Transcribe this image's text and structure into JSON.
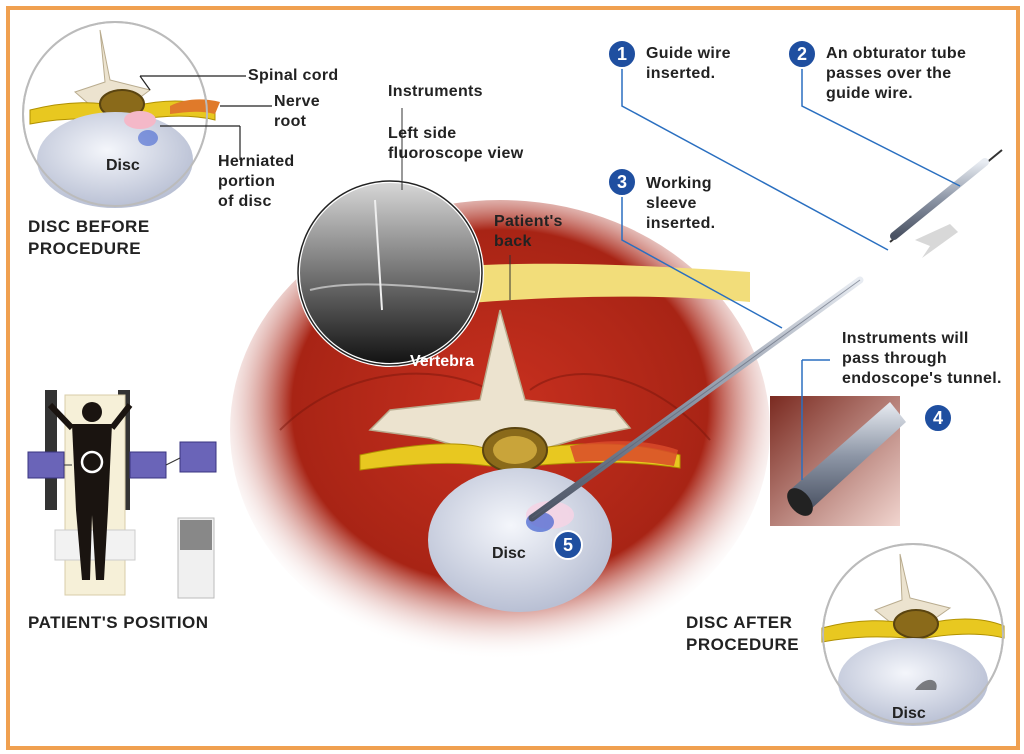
{
  "labels": {
    "spinal_cord": "Spinal cord",
    "nerve_root_1": "Nerve",
    "nerve_root_2": "root",
    "herniated_1": "Herniated",
    "herniated_2": "portion",
    "herniated_3": "of disc",
    "disc": "Disc",
    "instruments": "Instruments",
    "fluoro_1": "Left side",
    "fluoro_2": "fluoroscope view",
    "patients_back_1": "Patient's",
    "patients_back_2": "back",
    "vertebra": "Vertebra",
    "tunnel_1": "Instruments will",
    "tunnel_2": "pass through",
    "tunnel_3": "endoscope's tunnel."
  },
  "captions": {
    "before_1": "DISC BEFORE",
    "before_2": "PROCEDURE",
    "position": "PATIENT'S POSITION",
    "after_1": "DISC AFTER",
    "after_2": "PROCEDURE"
  },
  "steps": [
    {
      "number": "1",
      "text_1": "Guide wire",
      "text_2": "inserted."
    },
    {
      "number": "2",
      "text_1": "An obturator tube",
      "text_2": "passes over the",
      "text_3": "guide wire."
    },
    {
      "number": "3",
      "text_1": "Working",
      "text_2": "sleeve",
      "text_3": "inserted."
    },
    {
      "number": "4"
    },
    {
      "number": "5"
    }
  ],
  "colors": {
    "border": "#f0a050",
    "step_badge": "#1f4fa0",
    "leader_line": "#2a6fc0",
    "muscle": "#b52a1c",
    "nerve": "#e8c820",
    "disc": "#dfe3ee"
  }
}
